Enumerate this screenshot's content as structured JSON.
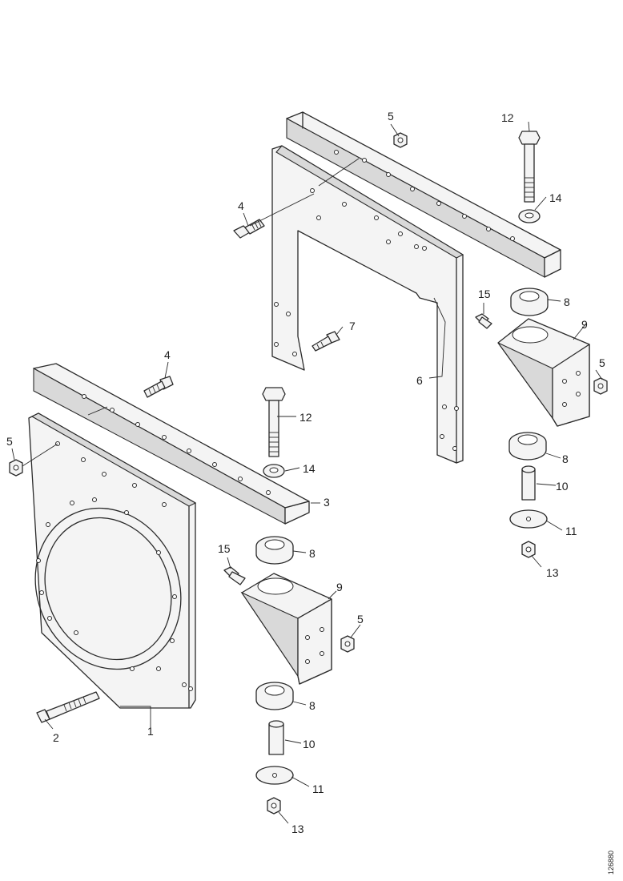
{
  "reference_code": "126880",
  "callouts": [
    "1",
    "2",
    "3",
    "4",
    "5",
    "6",
    "7",
    "8",
    "9",
    "10",
    "11",
    "12",
    "13",
    "14",
    "15"
  ]
}
